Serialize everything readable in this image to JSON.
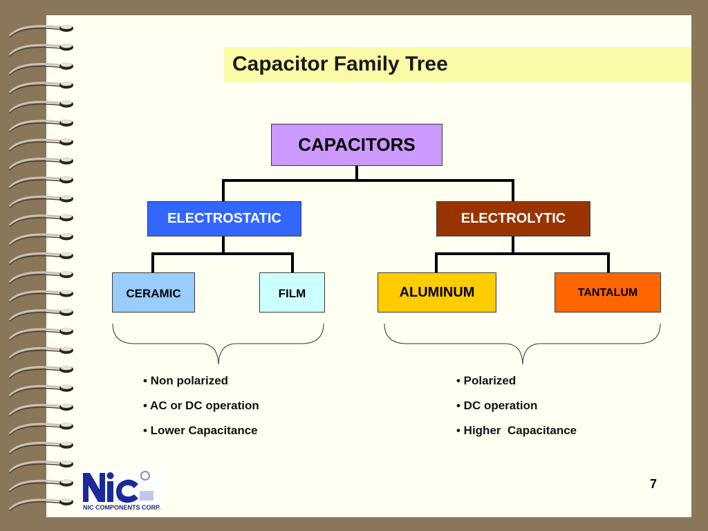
{
  "slide": {
    "title": "Capacitor Family Tree",
    "page_number": "7"
  },
  "tree": {
    "root": "CAPACITORS",
    "electrostatic": "ELECTROSTATIC",
    "electrolytic": "ELECTROLYTIC",
    "ceramic": "CERAMIC",
    "film": "FILM",
    "aluminum": "ALUMINUM",
    "tantalum": "TANTALUM"
  },
  "electrostatic_traits": [
    "• Non polarized",
    "• AC or DC operation",
    "• Lower Capacitance"
  ],
  "electrolytic_traits": [
    "• Polarized",
    "• DC operation",
    "• Higher  Capacitance"
  ],
  "logo": {
    "caption": "NIC COMPONENTS CORP."
  },
  "colors": {
    "background": "#8a7659",
    "page": "#fffff2",
    "title_band": "#fbfaa6",
    "root": "#cc99ff",
    "electrostatic": "#3366ff",
    "electrolytic": "#993300",
    "ceramic": "#99ccff",
    "film": "#ccffff",
    "aluminum": "#ffcc00",
    "tantalum": "#ff6600"
  }
}
